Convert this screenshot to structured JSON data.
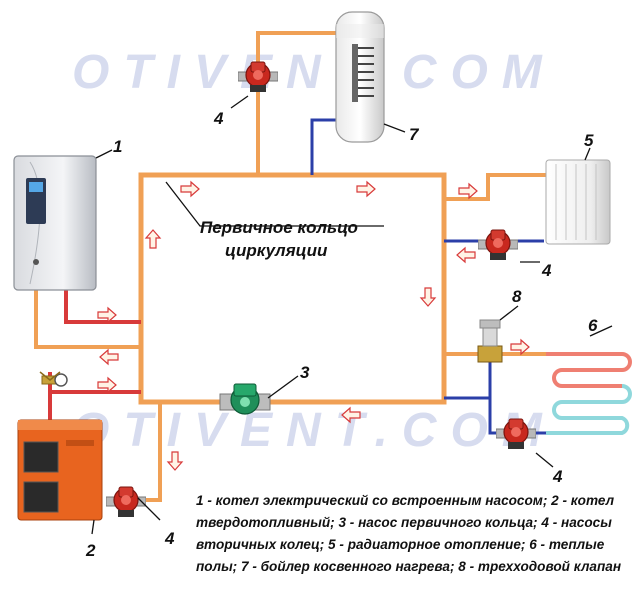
{
  "watermark": "OTIVENT.COM",
  "ring_title": [
    "Первичное кольцо",
    "циркуляции"
  ],
  "labels": {
    "n1": "1",
    "n2": "2",
    "n3": "3",
    "n4a": "4",
    "n4b": "4",
    "n4c": "4",
    "n4d": "4",
    "n5": "5",
    "n6": "6",
    "n7": "7",
    "n8": "8"
  },
  "legend_lines": [
    "1 - котел электрический со встроенным насосом; 2 - котел",
    "твердотопливный; 3 - насос первичного кольца; 4 - насосы",
    "вторичных колец; 5 - радиаторное отопление; 6 - теплые",
    "полы; 7 - бойлер косвенного нагрева; 8 - трехходовой клапан"
  ],
  "colors": {
    "pipe_orange": "#f0a055",
    "pipe_red": "#d83a3a",
    "pipe_blue": "#2b3fa8",
    "pump_red": "#c8281e",
    "watermark": "#d7dcef"
  },
  "icons": [
    "flow-arrow-icon",
    "pump-icon",
    "valve-icon",
    "gauge-icon"
  ]
}
